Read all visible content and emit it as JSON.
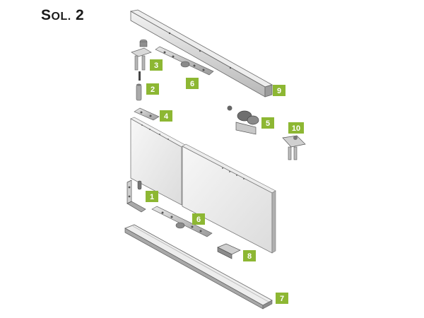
{
  "title": {
    "prefix": "S",
    "smallcaps": "ol.",
    "number": "2"
  },
  "colors": {
    "callout": "#8db733",
    "part_light": "#e6e6e6",
    "part_mid": "#c4c4c4",
    "part_dark": "#8c8c8c",
    "outline": "#555555"
  },
  "callouts": [
    {
      "id": "1",
      "label": "1"
    },
    {
      "id": "2",
      "label": "2"
    },
    {
      "id": "3",
      "label": "3"
    },
    {
      "id": "4",
      "label": "4"
    },
    {
      "id": "5",
      "label": "5"
    },
    {
      "id": "6a",
      "label": "6"
    },
    {
      "id": "6b",
      "label": "6"
    },
    {
      "id": "7",
      "label": "7"
    },
    {
      "id": "8",
      "label": "8"
    },
    {
      "id": "9",
      "label": "9"
    },
    {
      "id": "10",
      "label": "10"
    }
  ]
}
